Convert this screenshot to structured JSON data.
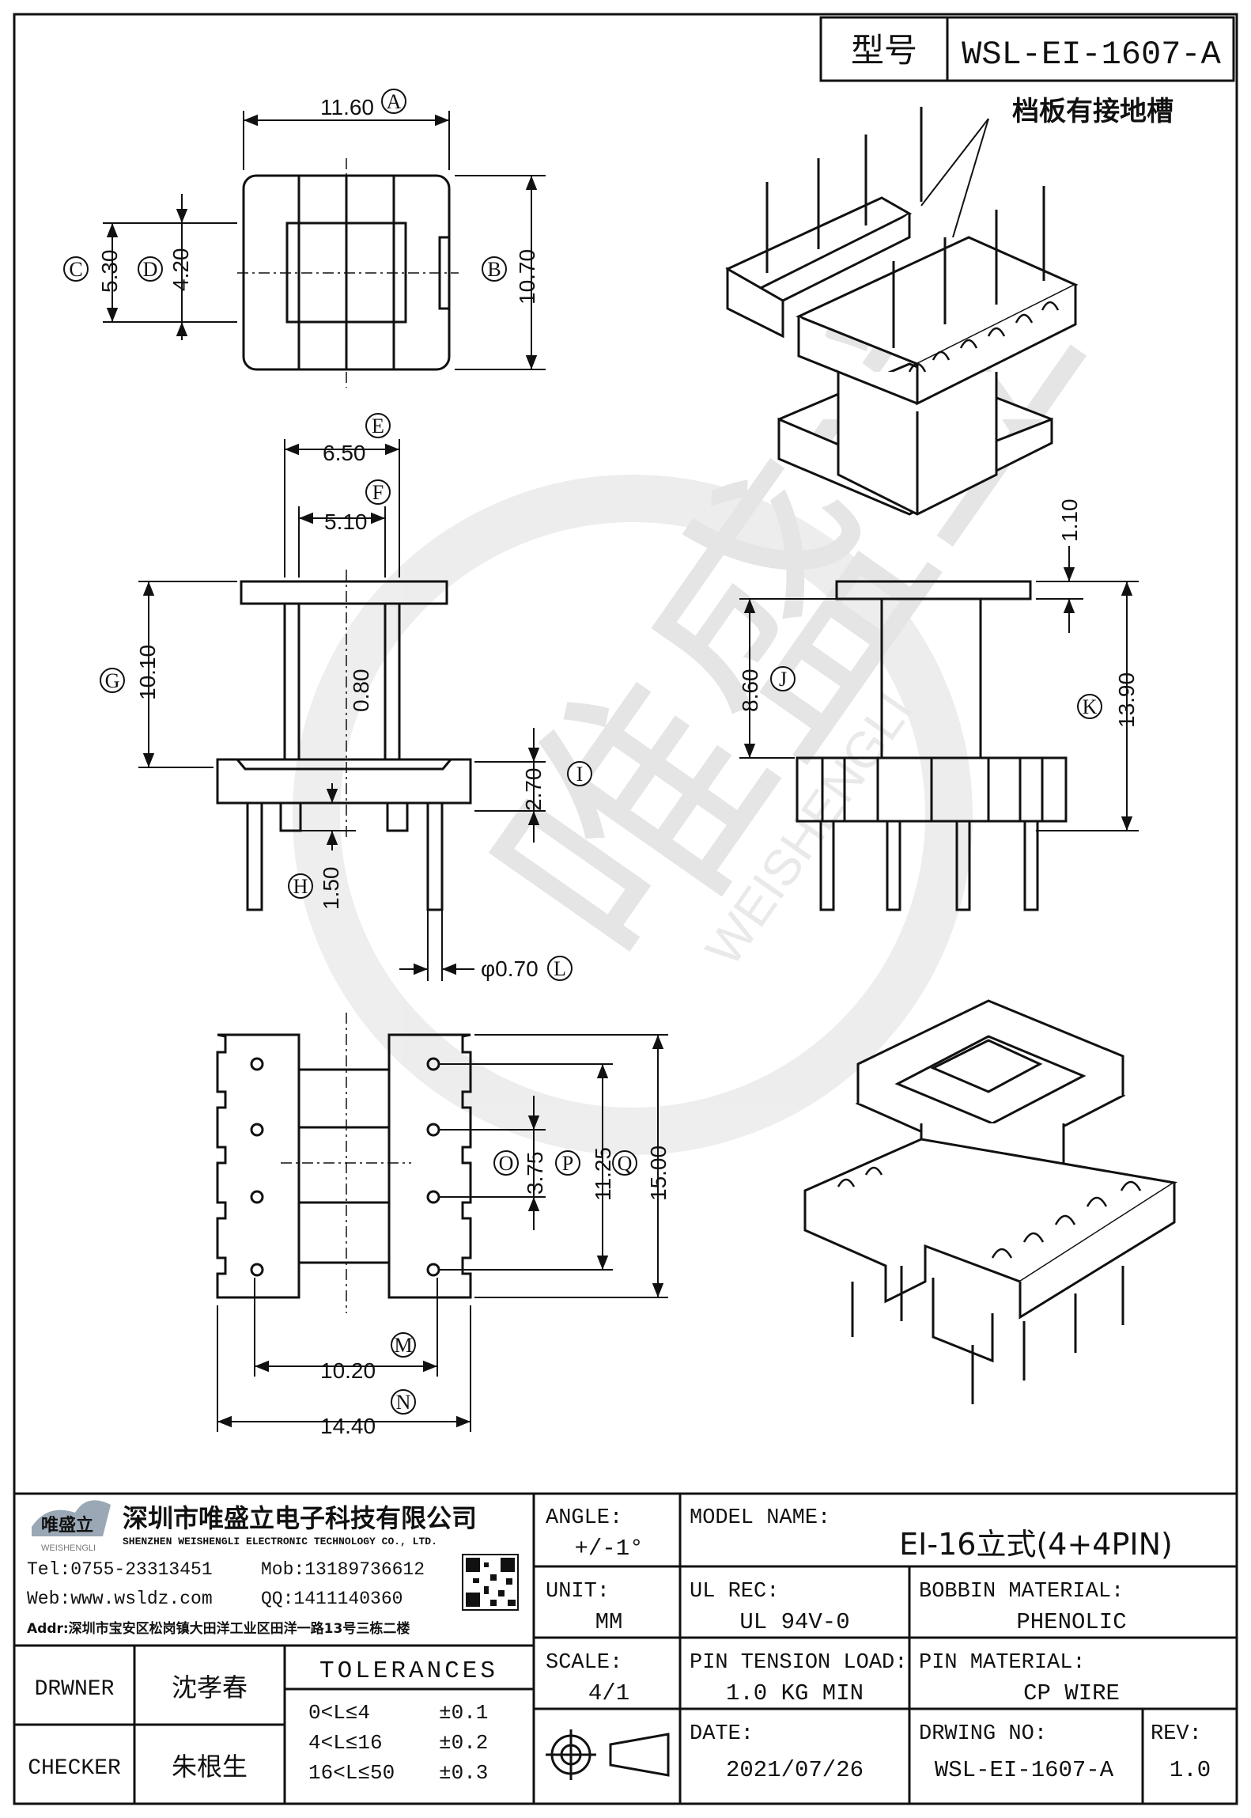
{
  "header": {
    "model_label": "型号",
    "model_code": "WSL-EI-1607-A",
    "callout_note": "档板有接地槽"
  },
  "dimensions": {
    "A": {
      "value": "11.60",
      "tag": "A"
    },
    "B": {
      "value": "10.70",
      "tag": "B"
    },
    "C": {
      "value": "5.30",
      "tag": "C"
    },
    "D": {
      "value": "4.20",
      "tag": "D"
    },
    "E": {
      "value": "6.50",
      "tag": "E"
    },
    "F": {
      "value": "5.10",
      "tag": "F"
    },
    "G": {
      "value": "10.10",
      "tag": "G"
    },
    "wall": {
      "value": "0.80"
    },
    "I": {
      "value": "2.70",
      "tag": "I"
    },
    "H": {
      "value": "1.50",
      "tag": "H"
    },
    "L": {
      "value": "φ0.70",
      "tag": "L"
    },
    "J": {
      "value": "8.60",
      "tag": "J"
    },
    "flange": {
      "value": "1.10"
    },
    "K": {
      "value": "13.90",
      "tag": "K"
    },
    "O": {
      "value": "3.75",
      "tag": "O"
    },
    "P": {
      "value": "11.25",
      "tag": "P"
    },
    "Q": {
      "value": "15.00",
      "tag": "Q"
    },
    "M": {
      "value": "10.20",
      "tag": "M"
    },
    "N": {
      "value": "14.40",
      "tag": "N"
    }
  },
  "watermark": {
    "brand": "唯盛立",
    "brand_en": "WEISHENGLI"
  },
  "company": {
    "logo_text": "唯盛立",
    "logo_sub": "WEISHENGLI",
    "name_cn": "深圳市唯盛立电子科技有限公司",
    "name_en": "SHENZHEN WEISHENGLI ELECTRONIC TECHNOLOGY CO., LTD.",
    "tel": "Tel:0755-23313451",
    "mob": "Mob:13189736612",
    "web": "Web:www.wsldz.com",
    "qq": "QQ:1411140360",
    "addr": "Addr:深圳市宝安区松岗镇大田洋工业区田洋一路13号三栋二楼"
  },
  "title_block": {
    "angle_label": "ANGLE:",
    "angle_value": "+/-1°",
    "model_name_label": "MODEL NAME:",
    "model_name_value": "EI-16立式(4+4PIN)",
    "unit_label": "UNIT:",
    "unit_value": "MM",
    "ul_label": "UL REC:",
    "ul_value": "UL 94V-0",
    "bobbin_label": "BOBBIN MATERIAL:",
    "bobbin_value": "PHENOLIC",
    "scale_label": "SCALE:",
    "scale_value": "4/1",
    "pin_tension_label": "PIN TENSION LOAD:",
    "pin_tension_value": "1.0 KG MIN",
    "pin_material_label": "PIN MATERIAL:",
    "pin_material_value": "CP WIRE",
    "date_label": "DATE:",
    "date_value": "2021/07/26",
    "drawing_no_label": "DRWING NO:",
    "drawing_no_value": "WSL-EI-1607-A",
    "rev_label": "REV:",
    "rev_value": "1.0",
    "drawer_label": "DRWNER",
    "drawer_name": "沈孝春",
    "checker_label": "CHECKER",
    "checker_name": "朱根生",
    "tolerances_label": "TOLERANCES",
    "tolerances": [
      {
        "range": "0<L≤4",
        "tol": "±0.1"
      },
      {
        "range": "4<L≤16",
        "tol": "±0.2"
      },
      {
        "range": "16<L≤50",
        "tol": "±0.3"
      }
    ]
  }
}
